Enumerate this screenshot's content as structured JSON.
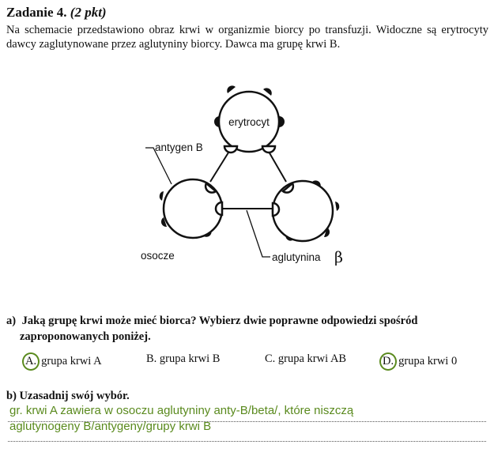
{
  "task": {
    "title": "Zadanie 4.",
    "points": "(2 pkt)"
  },
  "intro": "Na schemacie przedstawiono obraz krwi w organizmie biorcy po transfuzji. Widoczne są erytrocyty dawcy zaglutynowane przez aglutyniny biorcy. Dawca ma grupę krwi B.",
  "diagram": {
    "erythrocyte": "erytrocyt",
    "antigen": "antygen B",
    "plasma": "osocze",
    "agglutinin": "aglutynina",
    "beta": "β"
  },
  "question_a": {
    "label": "a)",
    "line1": "Jaką grupę krwi może mieć biorca? Wybierz dwie poprawne odpowiedzi spośród",
    "line2": "zaproponowanych poniżej."
  },
  "options": [
    {
      "letter": "A.",
      "text": "grupa krwi A",
      "selected": true
    },
    {
      "letter": "B.",
      "text": "grupa krwi B",
      "selected": false
    },
    {
      "letter": "C.",
      "text": "grupa krwi AB",
      "selected": false
    },
    {
      "letter": "D.",
      "text": "grupa krwi 0",
      "selected": true
    }
  ],
  "question_b": {
    "label": "b)",
    "text": "Uzasadnij swój wybór."
  },
  "answer": {
    "line1": "gr. krwi A zawiera w osoczu aglutyniny anty-B/beta/, które niszczą",
    "line2": "aglutynogeny B/antygeny/grupy krwi B"
  },
  "colors": {
    "ink": "#111111",
    "handwriting": "#5a8a1e"
  }
}
